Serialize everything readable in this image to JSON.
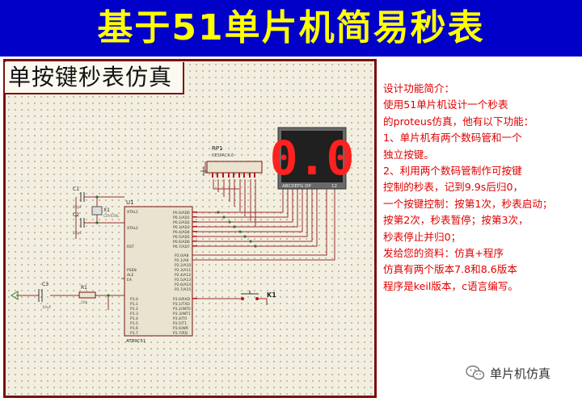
{
  "banner": {
    "title": "基于51单片机简易秒表"
  },
  "schematic": {
    "title": "单按键秒表仿真",
    "display_value": "0.0",
    "display_segment_label": "ABCDEFG DP",
    "display_pin_label": "12",
    "rp1_label": "RP1",
    "rp1_part": "RESPACK-8",
    "mcu_label": "U1",
    "mcu_part": "AT89C51",
    "c1": "C1",
    "c1_value": "22pF",
    "c2": "C2",
    "c2_value": "22pF",
    "c3": "C3",
    "c3_value": "10uF",
    "x1": "X1",
    "x1_value": "CRYSTAL",
    "r1": "R1",
    "r1_value": "10k",
    "k1": "K1",
    "left_pins": [
      "XTAL1",
      "XTAL2",
      "RST",
      "PSEN",
      "ALE",
      "EA"
    ],
    "port1_pins": [
      "P1.0",
      "P1.1",
      "P1.2",
      "P1.3",
      "P1.4",
      "P1.5",
      "P1.6",
      "P1.7"
    ],
    "port0_pins": [
      "P0.0/AD0",
      "P0.1/AD1",
      "P0.2/AD2",
      "P0.3/AD3",
      "P0.4/AD4",
      "P0.5/AD5",
      "P0.6/AD6",
      "P0.7/AD7"
    ],
    "port2_pins": [
      "P2.0/A8",
      "P2.1/A9",
      "P2.2/A10",
      "P2.3/A11",
      "P2.4/A12",
      "P2.5/A13",
      "P2.6/A14",
      "P2.7/A15"
    ],
    "port3_pins": [
      "P3.0/RXD",
      "P3.1/TXD",
      "P3.2/INT0",
      "P3.3/INT1",
      "P3.4/T0",
      "P3.5/T1",
      "P3.6/WR",
      "P3.7/RD"
    ]
  },
  "description": {
    "lines": [
      "设计功能简介：",
      "  使用51单片机设计一个秒表",
      "的proteus仿真，他有以下功能：",
      "1、单片机有两个数码管和一个",
      "独立按键。",
      "2、利用两个数码管制作可按键",
      "控制的秒表，记到9.9s后归0，",
      "一个按键控制：按第1次，秒表启动；",
      "按第2次，秒表暂停；按第3次，",
      "秒表停止并归0；",
      "发给您的资料：仿真+程序",
      "仿真有两个版本7.8和8.6版本",
      "程序是keil版本，c语言编写。"
    ]
  },
  "watermark": {
    "text": "单片机仿真",
    "icon": "wechat-icon"
  },
  "colors": {
    "banner_bg": "#0000c8",
    "banner_text": "#ffff00",
    "frame": "#7a1010",
    "description_text": "#e00000",
    "segment_on": "#ff2020"
  }
}
